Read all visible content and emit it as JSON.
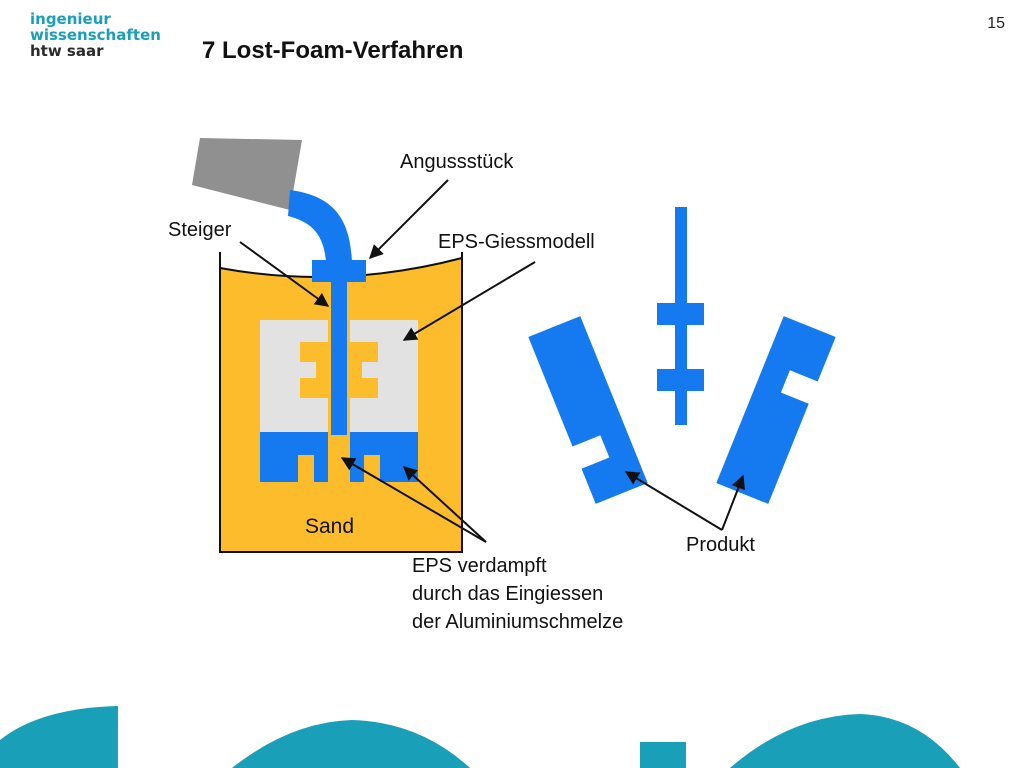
{
  "header": {
    "logo_lines": [
      "ingenieur",
      "wissenschaften",
      "htw saar"
    ],
    "page_number": "15",
    "title": "7 Lost-Foam-Verfahren"
  },
  "diagram": {
    "labels": {
      "angussstueck": "Angussstück",
      "steiger": "Steiger",
      "eps_giessmodell": "EPS-Giessmodell",
      "sand": "Sand",
      "eps_verdampft": [
        "EPS verdampft",
        "durch das Eingiessen",
        "der Aluminiumschmelze"
      ],
      "produkt": "Produkt"
    },
    "colors": {
      "sand": "#fcbc2c",
      "metal": "#1579f0",
      "foam": "#e2e2e2",
      "ladle": "#909090",
      "accent": "#1a9fb8"
    }
  }
}
